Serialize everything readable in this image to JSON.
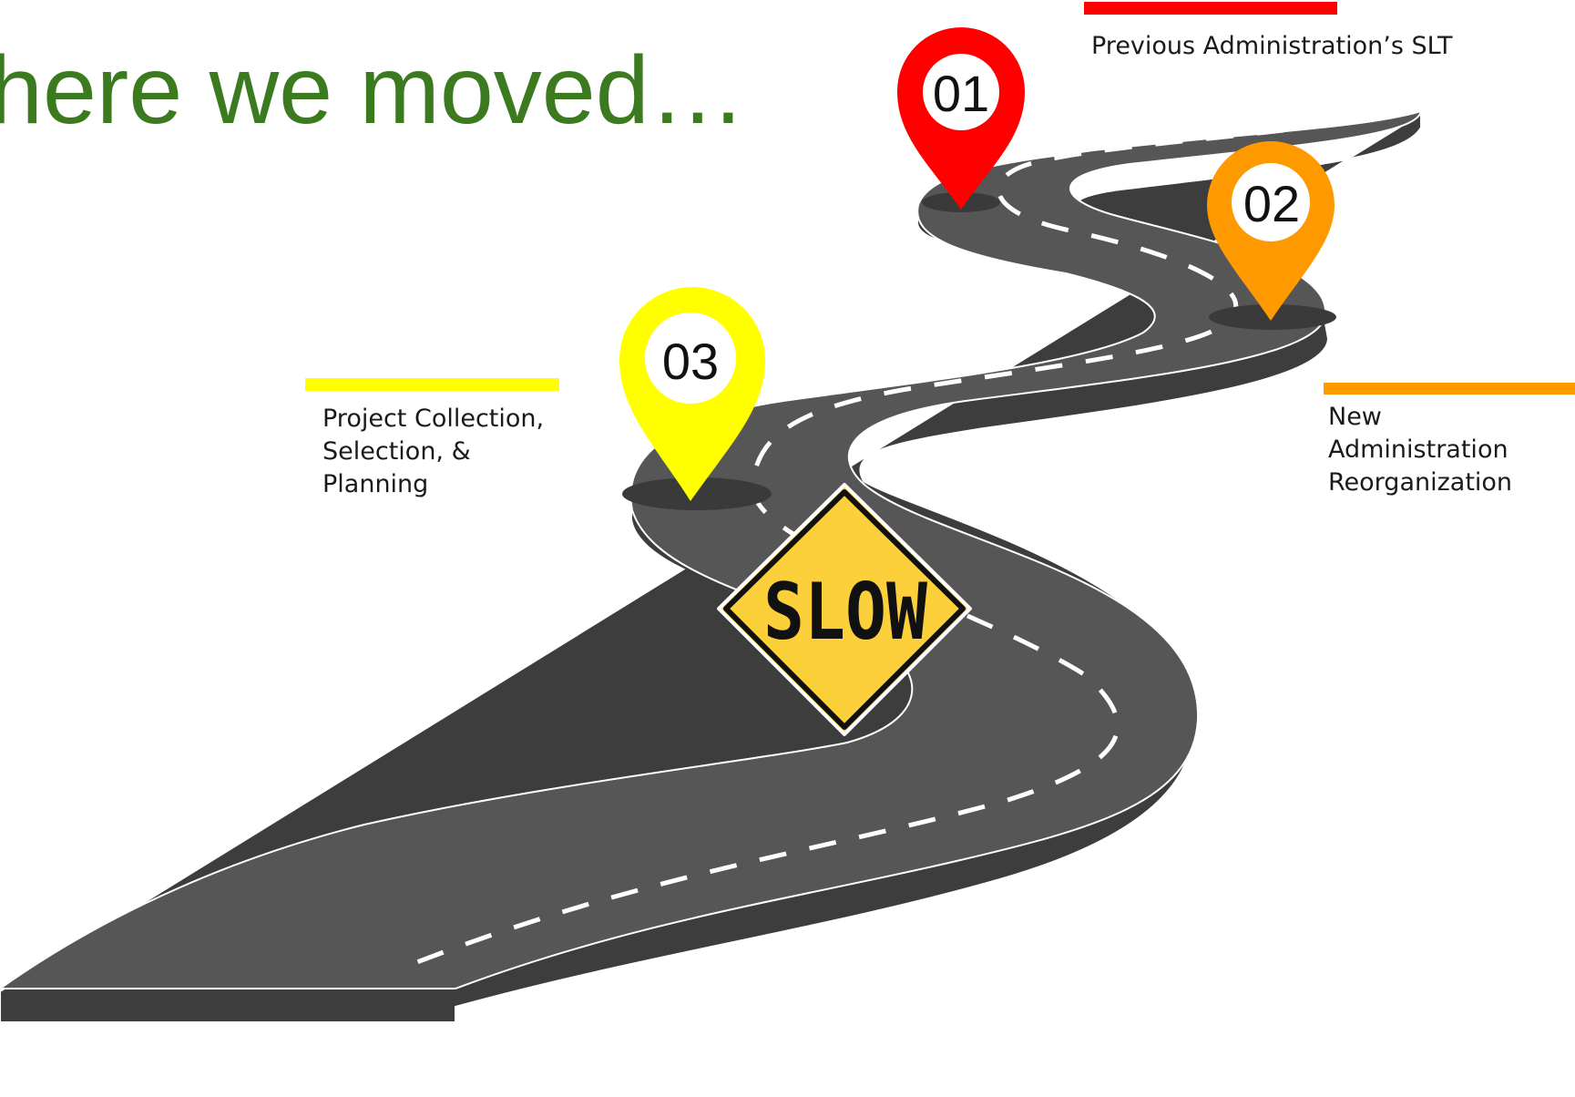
{
  "title": "here we moved…",
  "colors": {
    "title": "#3c7a1f",
    "road": "#565656",
    "road_edge": "#3c3c3c",
    "dash": "#ffffff",
    "milestone_01": "#ff0000",
    "milestone_02": "#ff9900",
    "milestone_03": "#ffff00",
    "sign_fill": "#fcd03a",
    "sign_border": "#111111"
  },
  "milestones": [
    {
      "number": "01",
      "color": "#ff0000",
      "label_lines": [
        "Previous Administration’s SLT"
      ],
      "icon": "map-pin-icon"
    },
    {
      "number": "02",
      "color": "#ff9900",
      "label_lines": [
        "New",
        "Administration",
        "Reorganization"
      ],
      "icon": "map-pin-icon"
    },
    {
      "number": "03",
      "color": "#ffff00",
      "label_lines": [
        "Project Collection,",
        "Selection, &",
        "Planning"
      ],
      "icon": "map-pin-icon"
    }
  ],
  "sign": {
    "text": "SLOW",
    "icon": "warning-diamond-sign-icon"
  },
  "road_icon": "winding-road-icon"
}
